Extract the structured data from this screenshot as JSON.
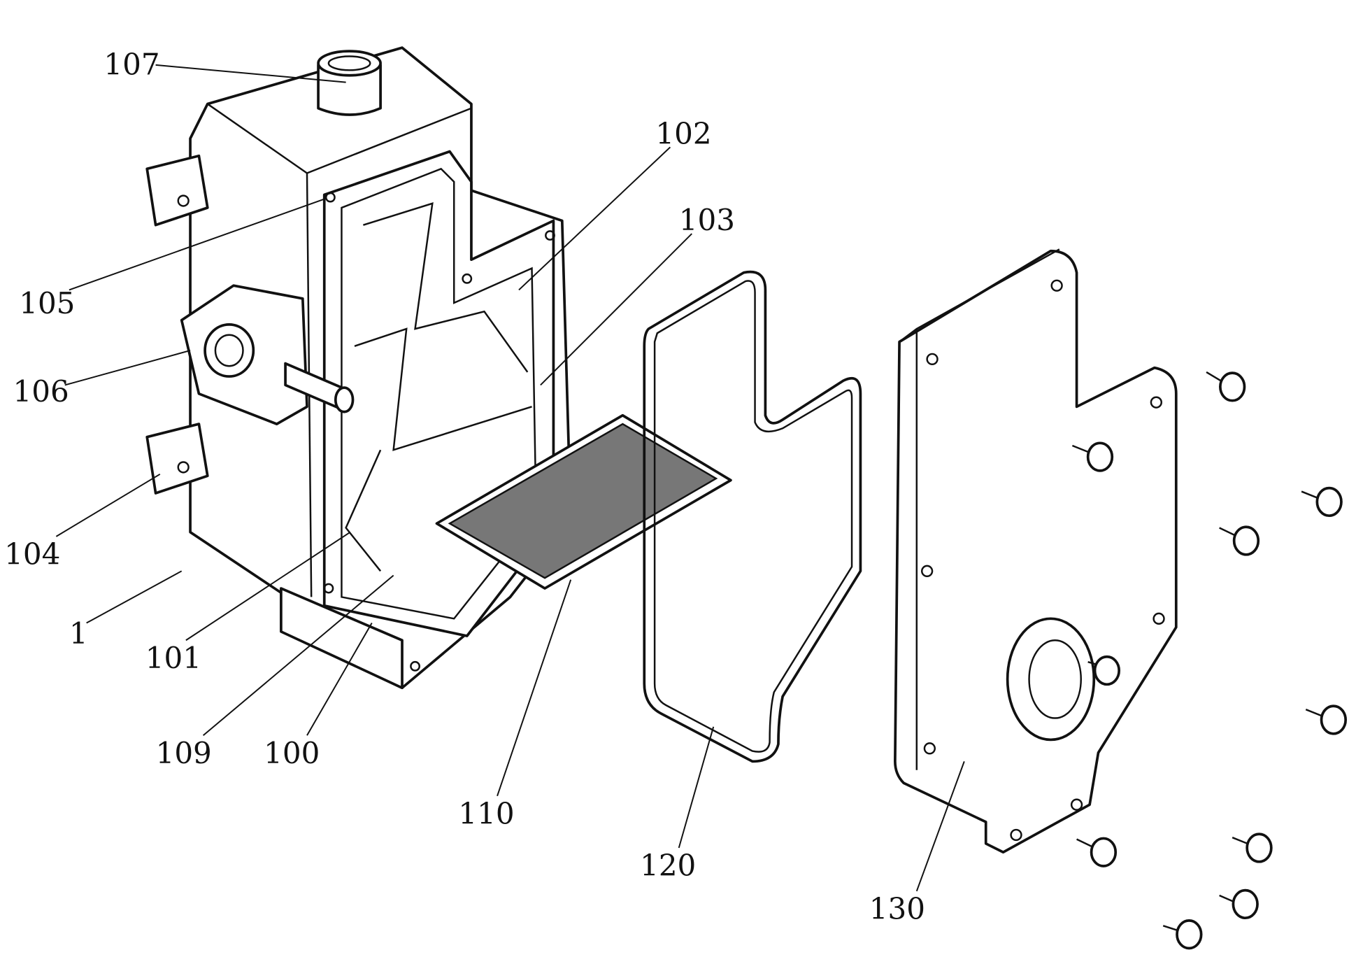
{
  "figure": {
    "labels": {
      "l107": "107",
      "l102": "102",
      "l103": "103",
      "l105": "105",
      "l106": "106",
      "l104": "104",
      "l1": "1",
      "l101": "101",
      "l109": "109",
      "l100": "100",
      "l110": "110",
      "l120": "120",
      "l130": "130"
    }
  }
}
